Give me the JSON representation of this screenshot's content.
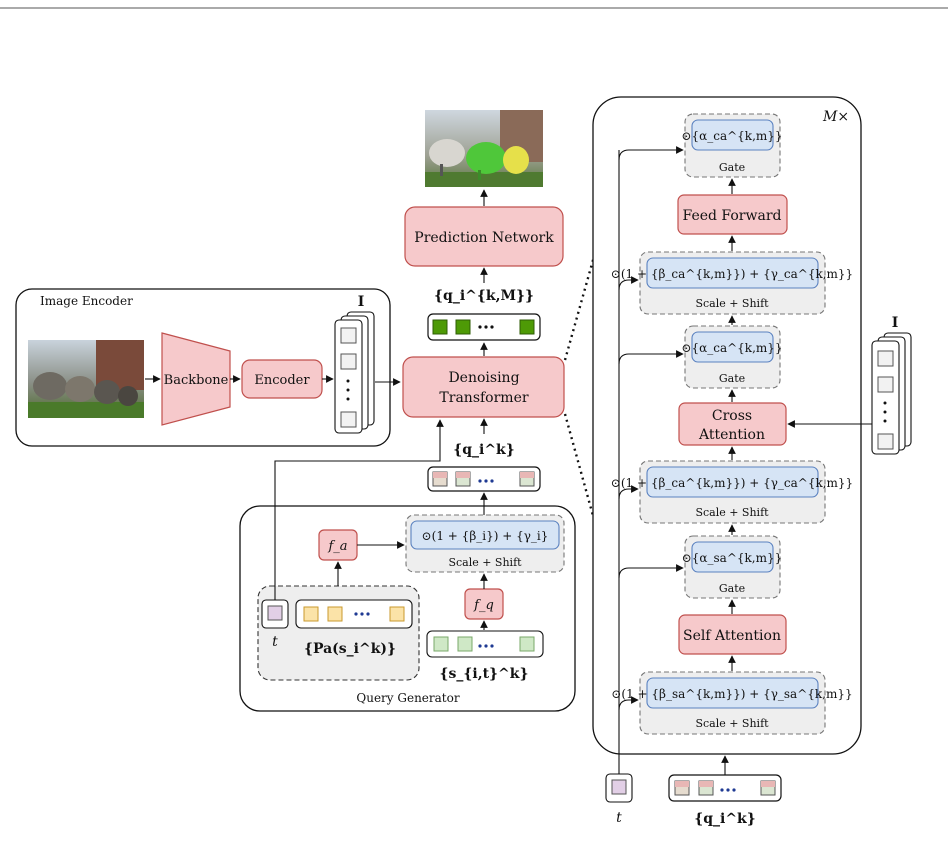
{
  "image_encoder": {
    "title": "Image Encoder",
    "backbone": "Backbone",
    "encoder": "Encoder",
    "feature_label": "I"
  },
  "prediction_network": "Prediction Network",
  "denoising_transformer": [
    "Denoising",
    "Transformer"
  ],
  "queries_out_label": "{q_i^{k,M}}",
  "queries_in_label": "{q_i^k}",
  "query_generator": {
    "title": "Query Generator",
    "fa": "f_a",
    "fq": "f_q",
    "scale_shift_formula": "⊙(1 + {β_i}) + {γ_i}",
    "scale_shift_label": "Scale + Shift",
    "t_label": "t",
    "pa_label": "{Pa(s_i^k)}",
    "s_label": "{s_{i,t}^k}"
  },
  "detail": {
    "repeat_label": "M×",
    "gate_top_formula": "⊙{α_ca^{k,m}}",
    "gate_label": "Gate",
    "feed_forward": "Feed Forward",
    "ss_ca_formula": "⊙(1 + {β_ca^{k,m}}) + {γ_ca^{k,m}}",
    "scale_shift_label": "Scale + Shift",
    "cross_attention": [
      "Cross",
      "Attention"
    ],
    "ss_sa_formula": "⊙(1 + {β_sa^{k,m}}) + {γ_sa^{k,m}}",
    "gate_sa_formula": "⊙{α_sa^{k,m}}",
    "self_attention": "Self Attention",
    "feature_label": "I",
    "t_label": "t",
    "queries_label": "{q_i^k}"
  },
  "colors": {
    "pink_fill": "#f6c9cb",
    "pink_stroke": "#c0504d",
    "blue_fill": "#d6e4f5",
    "blue_stroke": "#5b82c0",
    "green_dark": "#4e9a06",
    "green_light": "#cfe8c6",
    "orange_light": "#fbe3a8",
    "purple_light": "#e2cfe6",
    "gray_fill": "#eeeeee"
  }
}
